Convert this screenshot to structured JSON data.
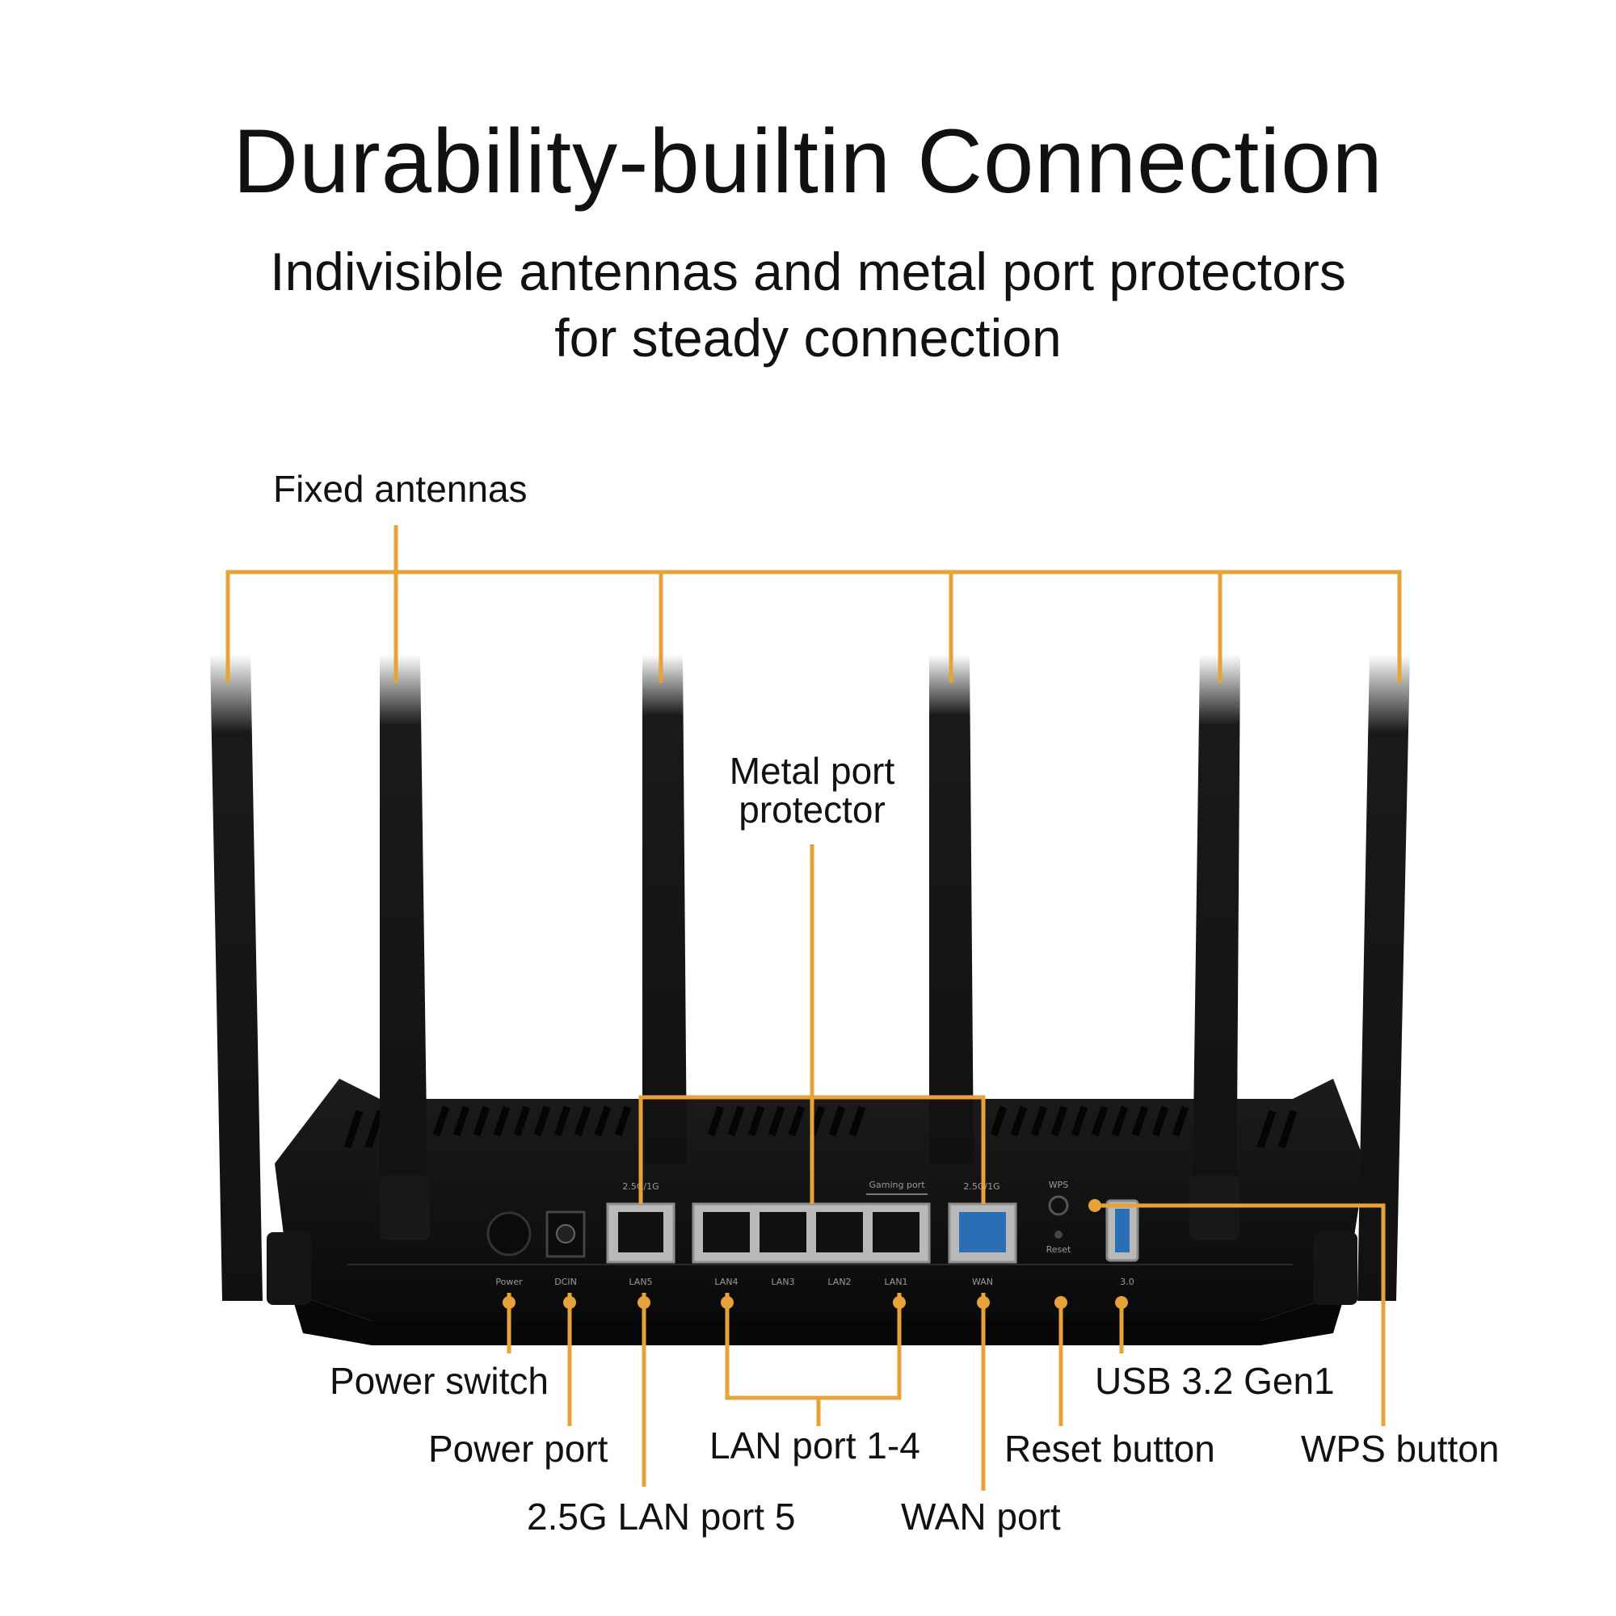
{
  "headline": {
    "title": "Durability-builtin Connection",
    "subtitle_line1": "Indivisible antennas and metal port protectors",
    "subtitle_line2": "for steady connection"
  },
  "callouts": {
    "fixed_antennas": "Fixed antennas",
    "metal_port_protector_line1": "Metal port",
    "metal_port_protector_line2": "protector",
    "power_switch": "Power switch",
    "power_port": "Power port",
    "lan5": "2.5G LAN port 5",
    "lan1_4": "LAN port 1-4",
    "wan": "WAN port",
    "reset": "Reset button",
    "usb": "USB 3.2 Gen1",
    "wps": "WPS button"
  },
  "panel_labels": {
    "power": "Power",
    "dcin": "DCIN",
    "lan5": "LAN5",
    "lan4": "LAN4",
    "lan3": "LAN3",
    "lan2": "LAN2",
    "lan1": "LAN1",
    "wan": "WAN",
    "usb": "3.0",
    "speed_left": "2.5G/1G",
    "speed_right": "2.5G/1G",
    "gaming_port": "Gaming port",
    "wps": "WPS",
    "reset": "Reset"
  },
  "colors": {
    "accent": "#e8a23a",
    "router_body": "#141414",
    "wan_port": "#2a6fb5",
    "background": "#ffffff"
  }
}
